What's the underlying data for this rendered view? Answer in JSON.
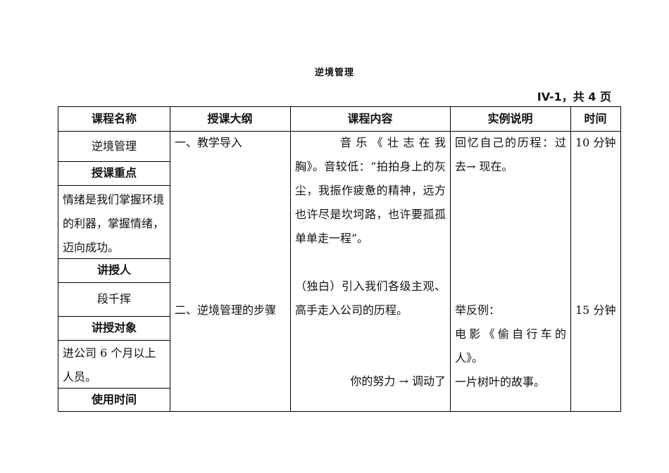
{
  "document": {
    "title": "逆境管理",
    "page_info": "IV-1，共 4 页"
  },
  "table": {
    "headers": [
      "课程名称",
      "授课大纲",
      "课程内容",
      "实例说明",
      "时间"
    ],
    "course_name": "逆境管理",
    "focus_label": "授课重点",
    "focus_text": "情绪是我们掌握环境的利器，掌握情绪，迈向成功。",
    "lecturer_label": "讲授人",
    "lecturer": "段千挥",
    "audience_label": "讲授对象",
    "audience": "进公司 6 个月以上人员。",
    "duration_label": "使用时间",
    "outline_1": "一、教学导入",
    "outline_2": "二、逆境管理的步骤",
    "content_1": "音乐《壮志在我胸》。音较低：“拍拍身上的灰尘，我振作疲惫的精神，远方也许尽是坎坷路，也许要孤孤单单走一程”。",
    "content_2": "（独白）引入我们各级主观、高手走入公司的历程。",
    "content_3": "你的努力 → 调动了",
    "example_1": "回忆自己的历程：过去→ 现在。",
    "example_2_line1": "举反例：",
    "example_2_line2": "电影《偷自行车的人》。",
    "example_2_line3": "一片树叶的故事。",
    "time_1": "10 分钟",
    "time_2": "15 分钟"
  }
}
